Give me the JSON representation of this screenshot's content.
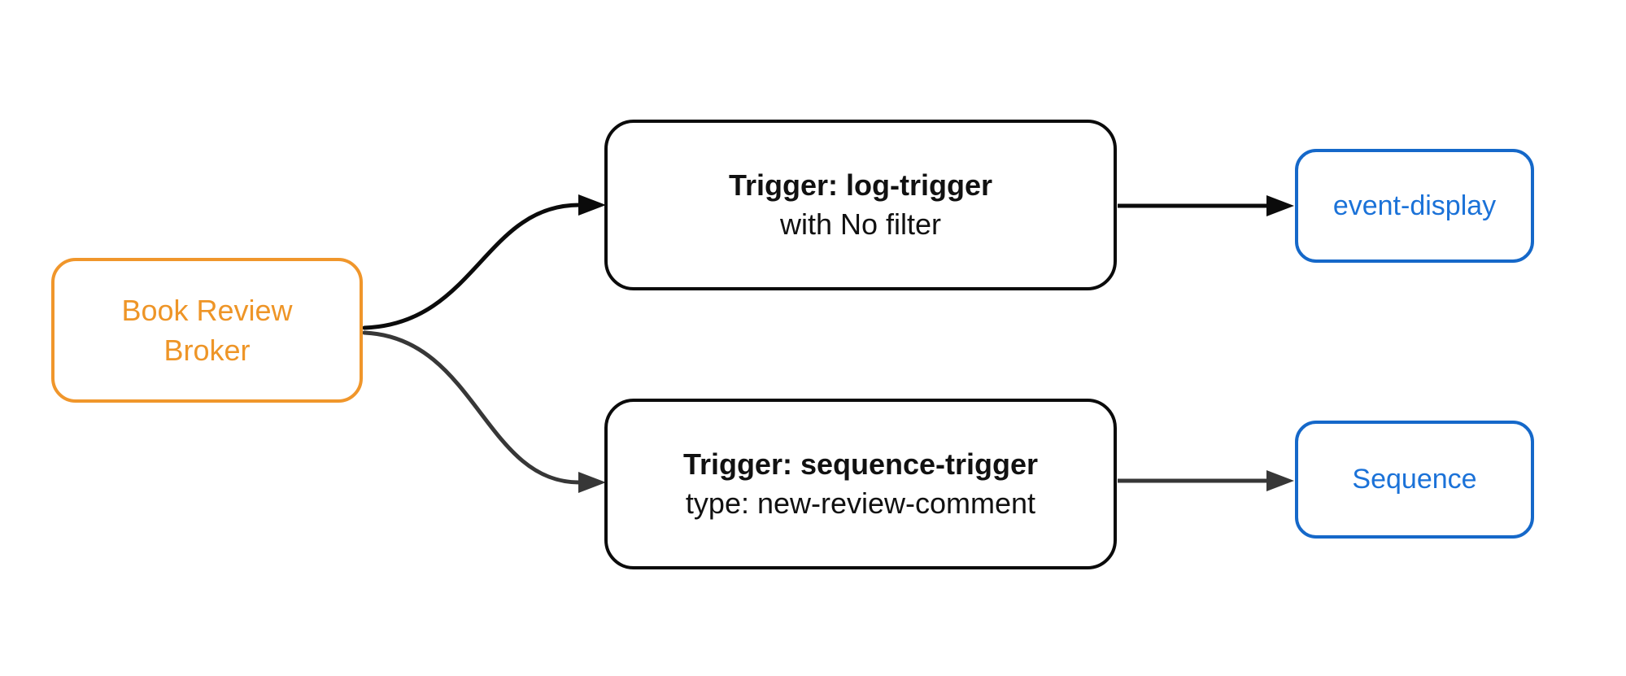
{
  "diagram": {
    "type": "flowchart-left-to-right",
    "background": "#ffffff",
    "nodes": {
      "broker": {
        "label": "Book Review Broker",
        "border_color": "#F0962B",
        "text_color": "#EE9527"
      },
      "trigger_log": {
        "title": "Trigger: log-trigger",
        "subtitle": "with No filter",
        "border_color": "#0b0b0b",
        "text_color": "#111111"
      },
      "trigger_sequence": {
        "title": "Trigger: sequence-trigger",
        "subtitle": "type: new-review-comment",
        "border_color": "#0b0b0b",
        "text_color": "#111111"
      },
      "event_display": {
        "label": "event-display",
        "border_color": "#1568C9",
        "text_color": "#1B72D8"
      },
      "sequence": {
        "label": "Sequence",
        "border_color": "#1568C9",
        "text_color": "#1B72D8"
      }
    },
    "edges": {
      "broker_to_trigger_log": {
        "style": "curved",
        "arrow": "end",
        "color": "#0b0b0b"
      },
      "broker_to_trigger_sequence": {
        "style": "curved",
        "arrow": "end",
        "color": "#373737"
      },
      "trigger_log_to_event_display": {
        "style": "straight",
        "arrow": "end",
        "color": "#0b0b0b"
      },
      "trigger_sequence_to_sequence": {
        "style": "straight",
        "arrow": "end",
        "color": "#373737"
      }
    }
  }
}
